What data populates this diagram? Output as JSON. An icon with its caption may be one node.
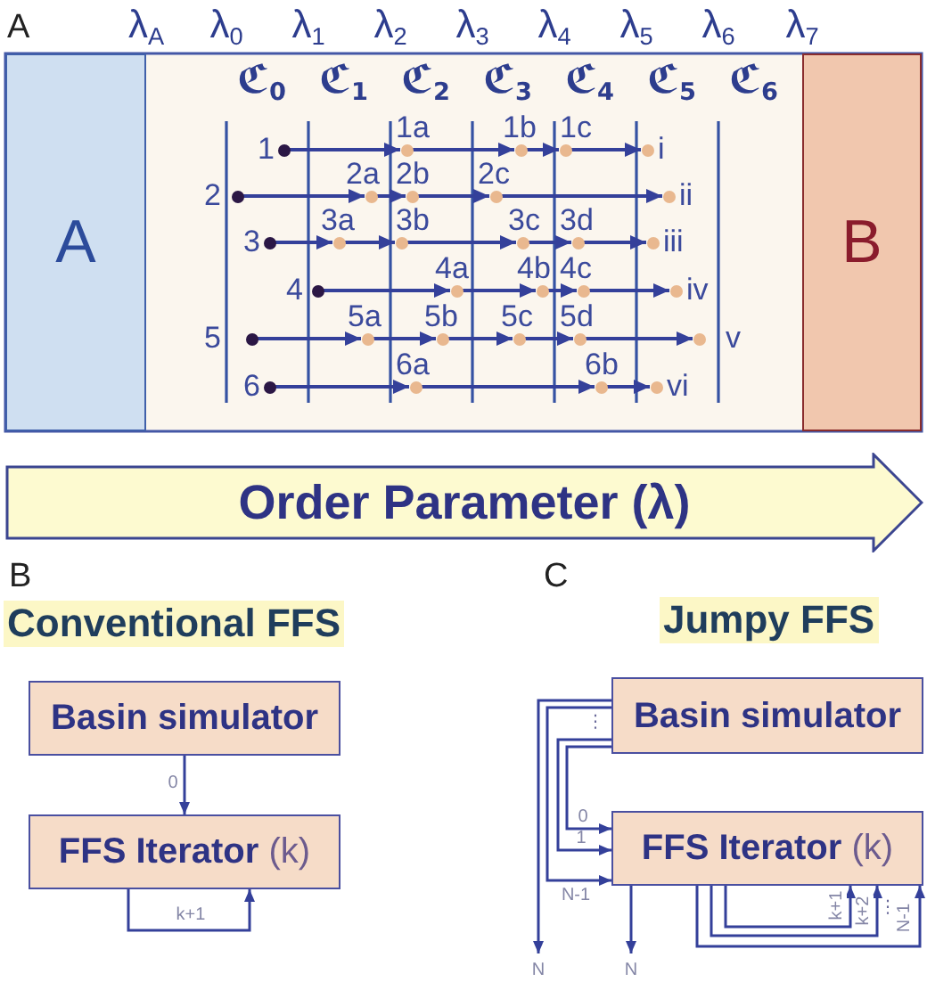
{
  "diagram": {
    "nodes": [
      {
        "text": [
          "A"
        ]
      },
      {
        "text": [],
        "shape": "circle",
        "beside": [
          "1"
        ]
      },
      {
        "text": [],
        "shape": "circle",
        "beside": [
          "1a"
        ]
      },
      {
        "text": [],
        "shape": "circle",
        "beside": [
          "1b"
        ]
      },
      {
        "text": [],
        "shape": "circle",
        "beside": [
          "1c"
        ]
      },
      {
        "text": [],
        "shape": "circle",
        "beside": [
          "i"
        ]
      },
      {
        "text": [],
        "shape": "circle",
        "beside": [
          "2"
        ]
      },
      {
        "text": [],
        "shape": "circle",
        "beside": [
          "2a"
        ]
      },
      {
        "text": [],
        "shape": "circle",
        "beside": [
          "2b"
        ]
      },
      {
        "text": [],
        "shape": "circle",
        "beside": [
          "2c"
        ]
      },
      {
        "text": [],
        "shape": "circle",
        "beside": [
          "ii"
        ]
      },
      {
        "text": [],
        "shape": "circle",
        "beside": [
          "3"
        ]
      },
      {
        "text": [],
        "shape": "circle",
        "beside": [
          "3a"
        ]
      },
      {
        "text": [],
        "shape": "circle",
        "beside": [
          "3b"
        ]
      },
      {
        "text": [],
        "shape": "circle",
        "beside": [
          "3c"
        ]
      },
      {
        "text": [],
        "shape": "circle",
        "beside": [
          "3d"
        ]
      },
      {
        "text": [],
        "shape": "circle",
        "beside": [
          "iii"
        ]
      },
      {
        "text": [],
        "shape": "circle",
        "beside": [
          "4"
        ]
      },
      {
        "text": [],
        "shape": "circle",
        "beside": [
          "4a"
        ]
      },
      {
        "text": [],
        "shape": "circle",
        "beside": [
          "4b"
        ]
      },
      {
        "text": [],
        "shape": "circle",
        "beside": [
          "4c"
        ]
      },
      {
        "text": [],
        "shape": "circle",
        "beside": [
          "iv"
        ]
      },
      {
        "text": [],
        "shape": "circle",
        "beside": [
          "5"
        ]
      },
      {
        "text": [],
        "shape": "circle",
        "beside": [
          "5a"
        ]
      },
      {
        "text": [],
        "shape": "circle",
        "beside": [
          "5b"
        ]
      },
      {
        "text": [],
        "shape": "circle",
        "beside": [
          "5c"
        ]
      },
      {
        "text": [],
        "shape": "circle",
        "beside": [
          "5d"
        ]
      },
      {
        "text": [],
        "shape": "circle",
        "beside": [
          "v"
        ]
      },
      {
        "text": [],
        "shape": "circle",
        "beside": [
          "6"
        ]
      },
      {
        "text": [],
        "shape": "circle",
        "beside": [
          "6a"
        ]
      },
      {
        "text": [],
        "shape": "circle",
        "beside": [
          "6b"
        ]
      },
      {
        "text": [],
        "shape": "circle",
        "beside": [
          "vi"
        ]
      },
      {
        "text": [
          "B"
        ]
      },
      {
        "text": [
          "Order Parameter (λ)"
        ]
      },
      {
        "text": [
          "Basin simulator"
        ]
      },
      {
        "text": [
          "**FFS Iterator** (k)"
        ]
      },
      {
        "text": [
          "Basin simulator"
        ]
      },
      {
        "text": [
          "**FFS Iterator** (k)"
        ]
      }
    ],
    "edges": [
      {
        "from": 1,
        "to": 2,
        "arrow": "to"
      },
      {
        "from": 2,
        "to": 3,
        "arrow": "to"
      },
      {
        "from": 3,
        "to": 4,
        "arrow": "to"
      },
      {
        "from": 4,
        "to": 5,
        "arrow": "to"
      },
      {
        "from": 6,
        "to": 7,
        "arrow": "to"
      },
      {
        "from": 7,
        "to": 8,
        "arrow": "to"
      },
      {
        "from": 8,
        "to": 9,
        "arrow": "to"
      },
      {
        "from": 9,
        "to": 10,
        "arrow": "to"
      },
      {
        "from": 11,
        "to": 12,
        "arrow": "to"
      },
      {
        "from": 12,
        "to": 13,
        "arrow": "to"
      },
      {
        "from": 13,
        "to": 14,
        "arrow": "to"
      },
      {
        "from": 14,
        "to": 15,
        "arrow": "to"
      },
      {
        "from": 15,
        "to": 16,
        "arrow": "to"
      },
      {
        "from": 17,
        "to": 18,
        "arrow": "to"
      },
      {
        "from": 18,
        "to": 19,
        "arrow": "to"
      },
      {
        "from": 19,
        "to": 20,
        "arrow": "to"
      },
      {
        "from": 20,
        "to": 21,
        "arrow": "to"
      },
      {
        "from": 22,
        "to": 23,
        "arrow": "to"
      },
      {
        "from": 23,
        "to": 24,
        "arrow": "to"
      },
      {
        "from": 24,
        "to": 25,
        "arrow": "to"
      },
      {
        "from": 25,
        "to": 26,
        "arrow": "to"
      },
      {
        "from": 26,
        "to": 27,
        "arrow": "to"
      },
      {
        "from": 28,
        "to": 29,
        "arrow": "to"
      },
      {
        "from": 29,
        "to": 30,
        "arrow": "to"
      },
      {
        "from": 30,
        "to": 31,
        "arrow": "to"
      },
      {
        "from": 34,
        "to": 35,
        "arrow": "to",
        "label": "0"
      },
      {
        "from": 35,
        "to": 35,
        "arrow": "to",
        "label": "k+1"
      },
      {
        "from": 36,
        "to": 37,
        "arrow": "to",
        "label": "0"
      },
      {
        "from": 36,
        "to": 37,
        "arrow": "to",
        "label": "1"
      },
      {
        "from": 36,
        "to": 37,
        "arrow": "to",
        "label": "N-1"
      },
      {
        "from": 36,
        "to": null,
        "arrow": "to",
        "label": "N"
      },
      {
        "from": 37,
        "to": null,
        "arrow": "to",
        "label": "N"
      },
      {
        "from": 37,
        "to": 37,
        "arrow": "to",
        "label": "k+1"
      },
      {
        "from": 37,
        "to": 37,
        "arrow": "to",
        "label": "k+2"
      },
      {
        "from": 37,
        "to": 37,
        "arrow": "to",
        "label": "N-1"
      }
    ],
    "labels": [
      "A",
      "λ$_{A}$",
      "λ$_{0}$",
      "λ$_{1}$",
      "λ$_{2}$",
      "λ$_{3}$",
      "λ$_{4}$",
      "λ$_{5}$",
      "λ$_{6}$",
      "λ$_{7}$",
      "ℭ$_{0}$",
      "ℭ$_{1}$",
      "ℭ$_{2}$",
      "ℭ$_{3}$",
      "ℭ$_{4}$",
      "ℭ$_{5}$",
      "ℭ$_{6}$",
      "B",
      "C",
      "Conventional FFS",
      "Jumpy FFS",
      "⋮",
      "⋮"
    ]
  }
}
